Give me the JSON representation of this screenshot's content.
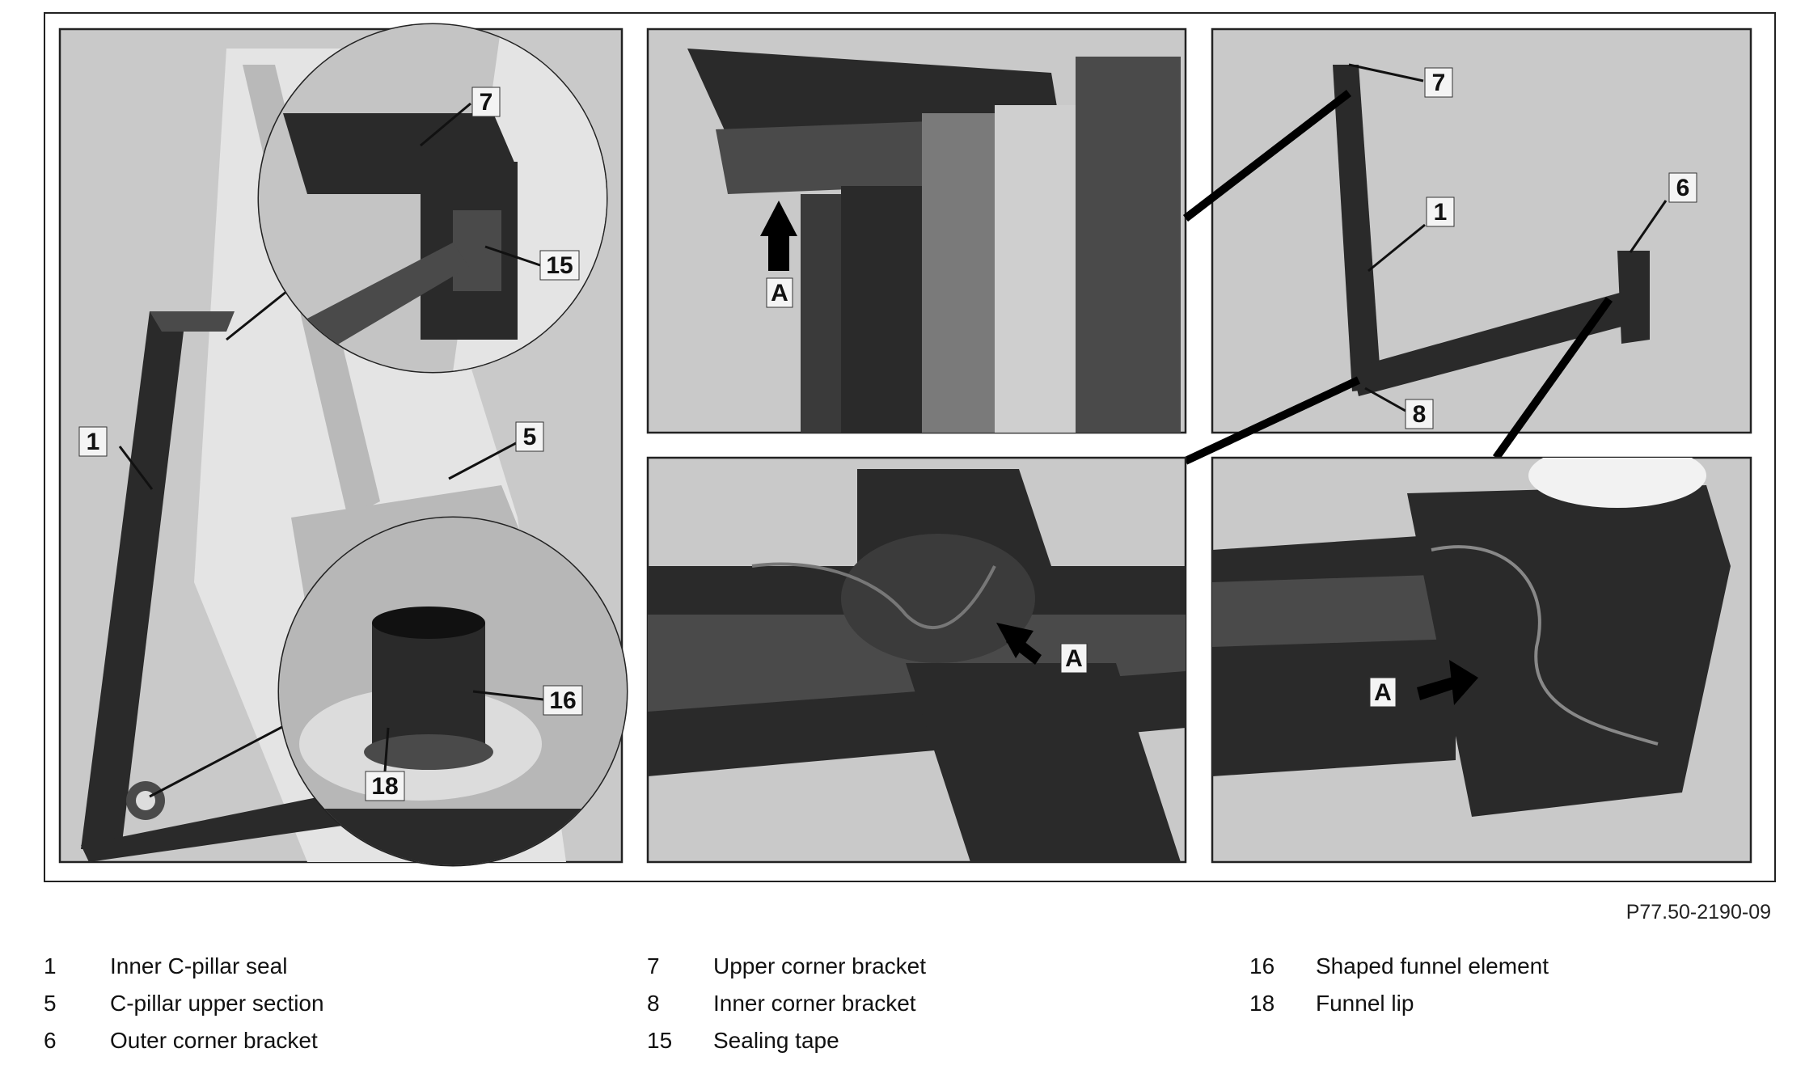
{
  "callouts": {
    "panel1": [
      {
        "ref": "1"
      },
      {
        "ref": "5"
      },
      {
        "ref": "7"
      },
      {
        "ref": "15"
      },
      {
        "ref": "16"
      },
      {
        "ref": "18"
      }
    ],
    "panel2": [
      {
        "ref": "A"
      }
    ],
    "panel3": [
      {
        "ref": "7"
      },
      {
        "ref": "1"
      },
      {
        "ref": "6"
      },
      {
        "ref": "8"
      }
    ],
    "panel4": [
      {
        "ref": "A"
      }
    ],
    "panel5": [
      {
        "ref": "A"
      }
    ]
  },
  "figure_code": "P77.50-2190-09",
  "legend": {
    "col1": [
      {
        "num": "1",
        "label": "Inner C-pillar seal"
      },
      {
        "num": "5",
        "label": "C-pillar upper section"
      },
      {
        "num": "6",
        "label": "Outer corner bracket"
      }
    ],
    "col2": [
      {
        "num": "7",
        "label": "Upper corner bracket"
      },
      {
        "num": "8",
        "label": "Inner corner bracket"
      },
      {
        "num": "15",
        "label": "Sealing tape"
      }
    ],
    "col3": [
      {
        "num": "16",
        "label": "Shaped funnel element"
      },
      {
        "num": "18",
        "label": "Funnel lip"
      }
    ]
  },
  "colors": {
    "panel_background": "#c9c9c9",
    "frame": "#222222",
    "seal": "#2a2a2a"
  }
}
